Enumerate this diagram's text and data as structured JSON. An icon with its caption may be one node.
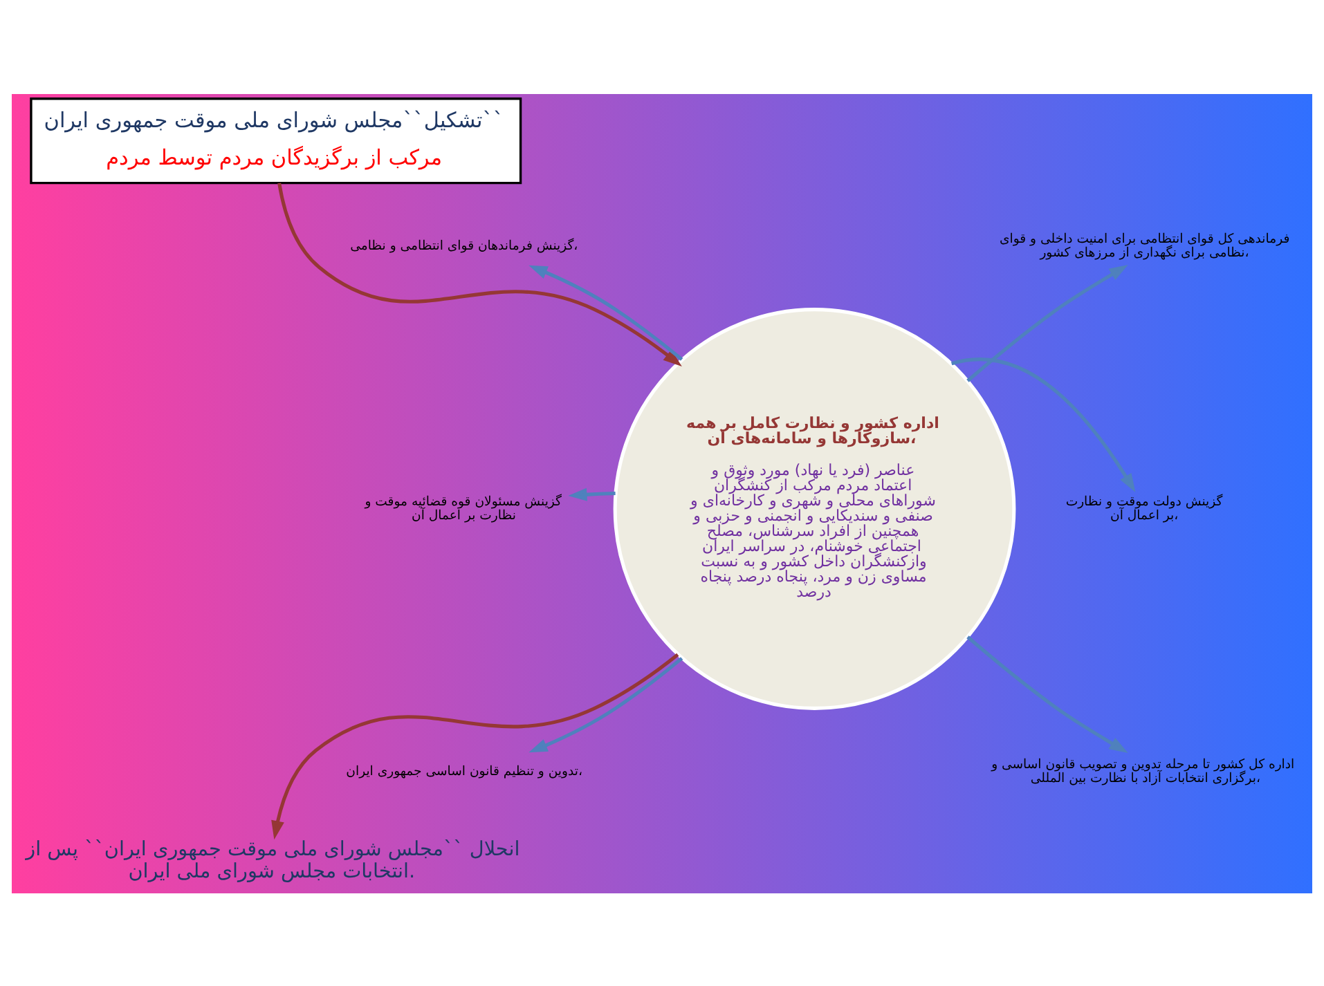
{
  "diagram": {
    "nodes": [
      {
        "text": [
          "تشکیل``مجلس شورای ملی موقت جمهوری ایران``",
          "مرکب از برگزیدگان مردم توسط مردم"
        ]
      },
      {
        "text": [
          "اداره کشور و نظارت کامل بر همه سازوکارها و سامانه‌های آن،",
          "عناصر (فرد یا نهاد) مورد وثوق و اعتماد مردم مرکب از کنشگران شوراهای محلی و شهری و کارخانه‌ای و صنفی و سندیکایی و انجمنی و حزبی و همچنین از افراد سرشناس، مصلح اجتماعی خوشنام، در سراسر ایران وازکنشگران داخل کشور و به نسبت مساوی زن و مرد، پنجاه درصد پنجاه درصد"
        ]
      },
      {
        "text": [
          "گزینش فرماندهان قوای انتظامی و نظامی،"
        ]
      },
      {
        "text": [
          "فرماندهی کل قوای انتظامی برای امنیت داخلی و قوای نظامی برای نگهداری از مرزهای کشور،"
        ]
      },
      {
        "text": [
          "گزینش مسئولان قوه قضائیه موقت و نظارت بر اعمال آن"
        ]
      },
      {
        "text": [
          "گزینش دولت موقت و نظارت بر اعمال آن،"
        ]
      },
      {
        "text": [
          "تدوین و تنظیم قانون اساسی جمهوری ایران،"
        ]
      },
      {
        "text": [
          "اداره کل کشور تا مرحله تدوین و تصویب قانون اساسی و برگزاری انتخابات آزاد با نظارت بین المللی،"
        ]
      },
      {
        "text": [
          "انحلال ``مجلس شورای ملی موقت جمهوری ایران`` پس از انتخابات مجلس شورای ملی ایران."
        ]
      }
    ],
    "edges": [
      {
        "from": 0,
        "to": 1,
        "arrow": "to",
        "color": "#953735"
      },
      {
        "from": 1,
        "to": 2,
        "arrow": "to"
      },
      {
        "from": 1,
        "to": 3,
        "arrow": "to"
      },
      {
        "from": 1,
        "to": 4,
        "arrow": "to"
      },
      {
        "from": 1,
        "to": 5,
        "arrow": "to"
      },
      {
        "from": 1,
        "to": 6,
        "arrow": "to"
      },
      {
        "from": 1,
        "to": 7,
        "arrow": "to"
      },
      {
        "from": 1,
        "to": 8,
        "arrow": "to",
        "color": "#953735"
      }
    ]
  }
}
